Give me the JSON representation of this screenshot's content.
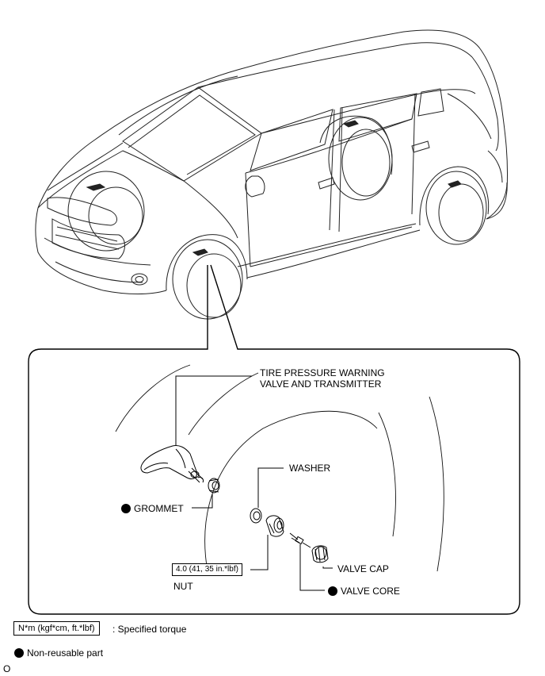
{
  "callouts": {
    "transmitter_line1": "TIRE PRESSURE WARNING",
    "transmitter_line2": "VALVE AND TRANSMITTER",
    "washer": "WASHER",
    "grommet": "GROMMET",
    "valve_cap": "VALVE CAP",
    "valve_core": "VALVE CORE",
    "nut": "NUT",
    "nut_torque": "4.0 (41, 35 in.*lbf)"
  },
  "legend": {
    "torque_box": "N*m (kgf*cm, ft.*lbf)",
    "torque_desc": ": Specified torque",
    "nonreusable_desc": "Non-reusable part"
  },
  "corner_mark": "O"
}
